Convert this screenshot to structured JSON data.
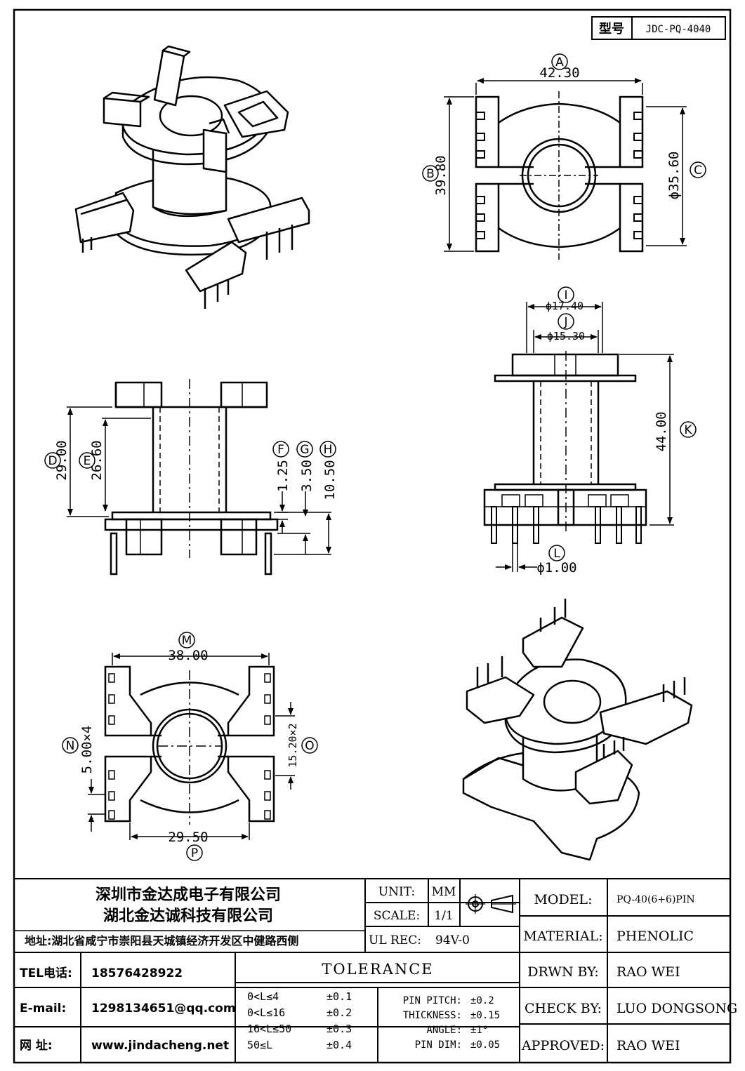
{
  "type_box": {
    "label": "型号",
    "value": "JDC-PQ-4040"
  },
  "top_view": {
    "A": "A",
    "A_value": "42.30",
    "B": "B",
    "B_value": "39.80",
    "C": "C",
    "C_value": "ϕ35.60"
  },
  "front_view": {
    "D": "D",
    "D_value": "29.00",
    "E": "E",
    "E_value": "26.60",
    "F": "F",
    "F_value": "1.25",
    "G": "G",
    "G_value": "3.50",
    "H": "H",
    "H_value": "10.50"
  },
  "side_view": {
    "I": "I",
    "I_value": "ϕ17.40",
    "J": "J",
    "J_value": "ϕ15.30",
    "K": "K",
    "K_value": "44.00",
    "L": "L",
    "L_value": "ϕ1.00"
  },
  "bottom_view": {
    "M": "M",
    "M_value": "38.00",
    "N": "N",
    "N_value": "5.00×4",
    "O": "O",
    "O_value": "15.20×2",
    "P": "P",
    "P_value": "29.50"
  },
  "title_block": {
    "company1": "深圳市金达成电子有限公司",
    "company2": "湖北金达诚科技有限公司",
    "address": "地址:湖北省咸宁市崇阳县天城镇经济开发区中健路西侧",
    "unit_label": "UNIT:",
    "unit_value": "MM",
    "scale_label": "SCALE:",
    "scale_value": "1/1",
    "ulrec_label": "UL REC:",
    "ulrec_value": "94V-0",
    "model_label": "MODEL:",
    "model_value": "PQ-40(6+6)PIN",
    "material_label": "MATERIAL:",
    "material_value": "PHENOLIC",
    "drwn_label": "DRWN BY:",
    "drwn_value": "RAO WEI",
    "check_label": "CHECK BY:",
    "check_value": "LUO DONGSONG",
    "approved_label": "APPROVED:",
    "approved_value": "RAO WEI",
    "tel_label": "TEL电话:",
    "tel_value": "18576428922",
    "email_label": "E-mail:",
    "email_value": "1298134651@qq.com",
    "web_label": "网    址:",
    "web_value": "www.jindacheng.net",
    "tolerance_title": "TOLERANCE",
    "tol_rows": [
      {
        "range": "0<L≤4",
        "value": "±0.1"
      },
      {
        "range": "0<L≤16",
        "value": "±0.2"
      },
      {
        "range": "16<L≤50",
        "value": "±0.3"
      },
      {
        "range": "50≤L",
        "value": "±0.4"
      }
    ],
    "pin_rows": [
      {
        "label": "PIN PITCH:",
        "value": "±0.2"
      },
      {
        "label": "THICKNESS:",
        "value": "±0.15"
      },
      {
        "label": "ANGLE:",
        "value": "±1°"
      },
      {
        "label": "PIN DIM:",
        "value": "±0.05"
      }
    ]
  }
}
